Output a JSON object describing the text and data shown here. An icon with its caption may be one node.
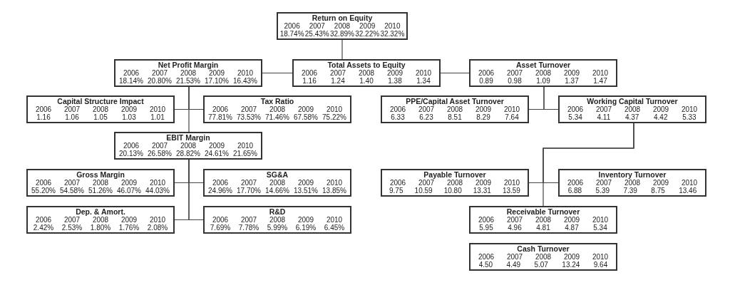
{
  "diagram": {
    "nodes": [
      {
        "text": [
          "Return on Equity",
          "2006",
          "2007",
          "2008",
          "2009",
          "2010",
          "18.74%",
          "25.43%",
          "32.89%",
          "32.22%",
          "32.32%"
        ]
      },
      {
        "text": [
          "Net Profit Margin",
          "2006",
          "2007",
          "2008",
          "2009",
          "2010",
          "18.14%",
          "20.80%",
          "21.53%",
          "17.10%",
          "16.43%"
        ]
      },
      {
        "text": [
          "Total Assets to Equity",
          "2006",
          "2007",
          "2008",
          "2009",
          "2010",
          "1.16",
          "1.24",
          "1.40",
          "1.38",
          "1.34"
        ]
      },
      {
        "text": [
          "Asset Turnover",
          "2006",
          "2007",
          "2008",
          "2009",
          "2010",
          "0.89",
          "0.98",
          "1.09",
          "1.37",
          "1.47"
        ]
      },
      {
        "text": [
          "Capital Structure Impact",
          "2006",
          "2007",
          "2008",
          "2009",
          "2010",
          "1.16",
          "1.06",
          "1.05",
          "1.03",
          "1.01"
        ]
      },
      {
        "text": [
          "Tax Ratio",
          "2006",
          "2007",
          "2008",
          "2009",
          "2010",
          "77.81%",
          "73.53%",
          "71.46%",
          "67.58%",
          "75.22%"
        ]
      },
      {
        "text": [
          "PPE/Capital Asset Turnover",
          "2006",
          "2007",
          "2008",
          "2009",
          "2010",
          "6.33",
          "6.23",
          "8.51",
          "8.29",
          "7.64"
        ]
      },
      {
        "text": [
          "Working Capital Turnover",
          "2006",
          "2007",
          "2008",
          "2009",
          "2010",
          "5.34",
          "4.11",
          "4.37",
          "4.42",
          "5.33"
        ]
      },
      {
        "text": [
          "EBIT Margin",
          "2006",
          "2007",
          "2008",
          "2009",
          "2010",
          "20.13%",
          "26.58%",
          "28.82%",
          "24.61%",
          "21.65%"
        ]
      },
      {
        "text": [
          "Gross Margin",
          "2006",
          "2007",
          "2008",
          "2009",
          "2010",
          "55.20%",
          "54.58%",
          "51.26%",
          "46.07%",
          "44.03%"
        ]
      },
      {
        "text": [
          "SG&A",
          "2006",
          "2007",
          "2008",
          "2009",
          "2010",
          "24.96%",
          "17.70%",
          "14.66%",
          "13.51%",
          "13.85%"
        ]
      },
      {
        "text": [
          "Payable Turnover",
          "2006",
          "2007",
          "2008",
          "2009",
          "2010",
          "9.75",
          "10.59",
          "10.80",
          "13.31",
          "13.59"
        ]
      },
      {
        "text": [
          "Inventory Turnover",
          "2006",
          "2007",
          "2008",
          "2009",
          "2010",
          "6.88",
          "5.39",
          "7.39",
          "8.75",
          "13.46"
        ]
      },
      {
        "text": [
          "Dep. & Amort.",
          "2006",
          "2007",
          "2008",
          "2009",
          "2010",
          "2.42%",
          "2.53%",
          "1.80%",
          "1.76%",
          "2.08%"
        ]
      },
      {
        "text": [
          "R&D",
          "2006",
          "2007",
          "2008",
          "2009",
          "2010",
          "7.69%",
          "7.78%",
          "5.99%",
          "6.19%",
          "6.45%"
        ]
      },
      {
        "text": [
          "Receivable Turnover",
          "2006",
          "2007",
          "2008",
          "2009",
          "2010",
          "5.95",
          "4.96",
          "4.81",
          "4.87",
          "5.34"
        ]
      },
      {
        "text": [
          "Cash Turnover",
          "2006",
          "2007",
          "2008",
          "2009",
          "2010",
          "4.50",
          "4.49",
          "5.07",
          "13.24",
          "9.64"
        ]
      }
    ],
    "edges": [
      {
        "from": 0,
        "to": 2,
        "arrow": "none"
      },
      {
        "from": 2,
        "to": 1,
        "arrow": "none"
      },
      {
        "from": 2,
        "to": 3,
        "arrow": "none"
      },
      {
        "from": 1,
        "to": 4,
        "arrow": "none"
      },
      {
        "from": 1,
        "to": 5,
        "arrow": "none"
      },
      {
        "from": 1,
        "to": 8,
        "arrow": "none"
      },
      {
        "from": 8,
        "to": 9,
        "arrow": "none"
      },
      {
        "from": 8,
        "to": 10,
        "arrow": "none"
      },
      {
        "from": 8,
        "to": 13,
        "arrow": "none"
      },
      {
        "from": 8,
        "to": 14,
        "arrow": "none"
      },
      {
        "from": 3,
        "to": 6,
        "arrow": "none"
      },
      {
        "from": 3,
        "to": 7,
        "arrow": "none"
      },
      {
        "from": 7,
        "to": 11,
        "arrow": "none"
      },
      {
        "from": 7,
        "to": 12,
        "arrow": "none"
      },
      {
        "from": 7,
        "to": 15,
        "arrow": "none"
      }
    ]
  }
}
